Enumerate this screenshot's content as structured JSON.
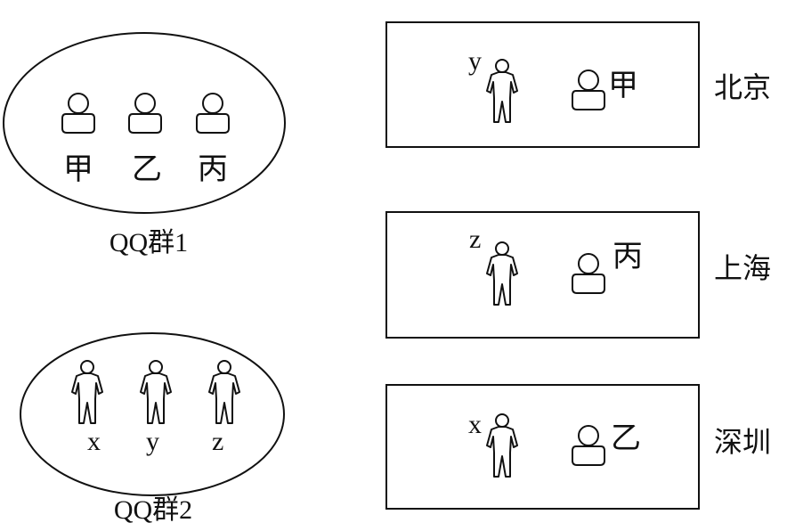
{
  "groups": [
    {
      "caption": "QQ群1",
      "members": [
        "甲",
        "乙",
        "丙"
      ]
    },
    {
      "caption": "QQ群2",
      "members": [
        "x",
        "y",
        "z"
      ]
    }
  ],
  "cities": [
    {
      "name": "北京",
      "person": "y",
      "contact": "甲"
    },
    {
      "name": "上海",
      "person": "z",
      "contact": "丙"
    },
    {
      "name": "深圳",
      "person": "x",
      "contact": "乙"
    }
  ]
}
